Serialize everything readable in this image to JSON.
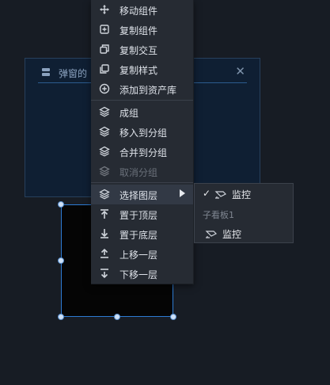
{
  "popup": {
    "title": "弹窗的",
    "close_icon": "close-icon"
  },
  "menu": {
    "items": [
      {
        "label": "移动组件",
        "icon": "move-icon"
      },
      {
        "label": "复制组件",
        "icon": "copy-component-icon"
      },
      {
        "label": "复制交互",
        "icon": "copy-interaction-icon"
      },
      {
        "label": "复制样式",
        "icon": "copy-style-icon"
      },
      {
        "label": "添加到资产库",
        "icon": "add-asset-icon"
      },
      {
        "label": "成组",
        "icon": "layers-icon"
      },
      {
        "label": "移入到分组",
        "icon": "layers-icon"
      },
      {
        "label": "合并到分组",
        "icon": "layers-icon"
      },
      {
        "label": "取消分组",
        "icon": "layers-icon",
        "disabled": true
      },
      {
        "label": "选择图层",
        "icon": "layers-icon",
        "has_submenu": true
      },
      {
        "label": "置于顶层",
        "icon": "bring-to-front-icon"
      },
      {
        "label": "置于底层",
        "icon": "send-to-back-icon"
      },
      {
        "label": "上移一层",
        "icon": "move-up-icon"
      },
      {
        "label": "下移一层",
        "icon": "move-down-icon"
      }
    ]
  },
  "submenu": {
    "selected_label": "监控",
    "group_label": "子看板1",
    "item_label": "监控",
    "item_icon": "camera-icon"
  },
  "colors": {
    "background": "#171c24",
    "menu_bg": "#262b33",
    "accent": "#2d7bd3"
  }
}
